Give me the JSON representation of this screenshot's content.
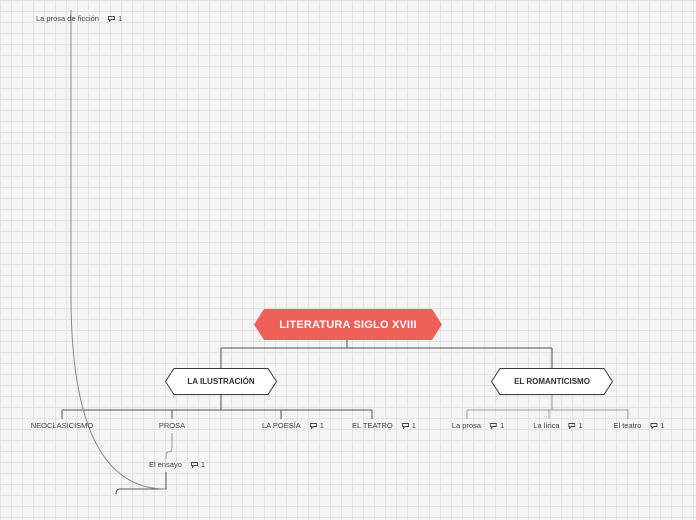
{
  "root": {
    "label": "LITERATURA SIGLO XVIII",
    "color": "#f0605a"
  },
  "branches": {
    "ilustracion": {
      "label": "LA ILUSTRACIÓN"
    },
    "romanticismo": {
      "label": "EL ROMANTICISMO"
    }
  },
  "leaves": {
    "neoclasicismo": {
      "label": "NEOCLASICISMO"
    },
    "prosa": {
      "label": "PROSA"
    },
    "poesia": {
      "label": "LA POESÍA",
      "count": "1"
    },
    "teatro": {
      "label": "EL TEATRO",
      "count": "1"
    },
    "ensayo": {
      "label": "El ensayo",
      "count": "1"
    },
    "prosa_ficcion": {
      "label": "La prosa de ficción",
      "count": "1"
    },
    "rom_prosa": {
      "label": "La prosa",
      "count": "1"
    },
    "rom_lirica": {
      "label": "La lírica",
      "count": "1"
    },
    "rom_teatro": {
      "label": "El teatro",
      "count": "1"
    }
  },
  "icons": {
    "comment": "comment-icon"
  },
  "colors": {
    "line": "#555555",
    "thin_line": "#9a9a9a",
    "branch_border": "#3a3a3a",
    "branch_fill": "#ffffff"
  }
}
